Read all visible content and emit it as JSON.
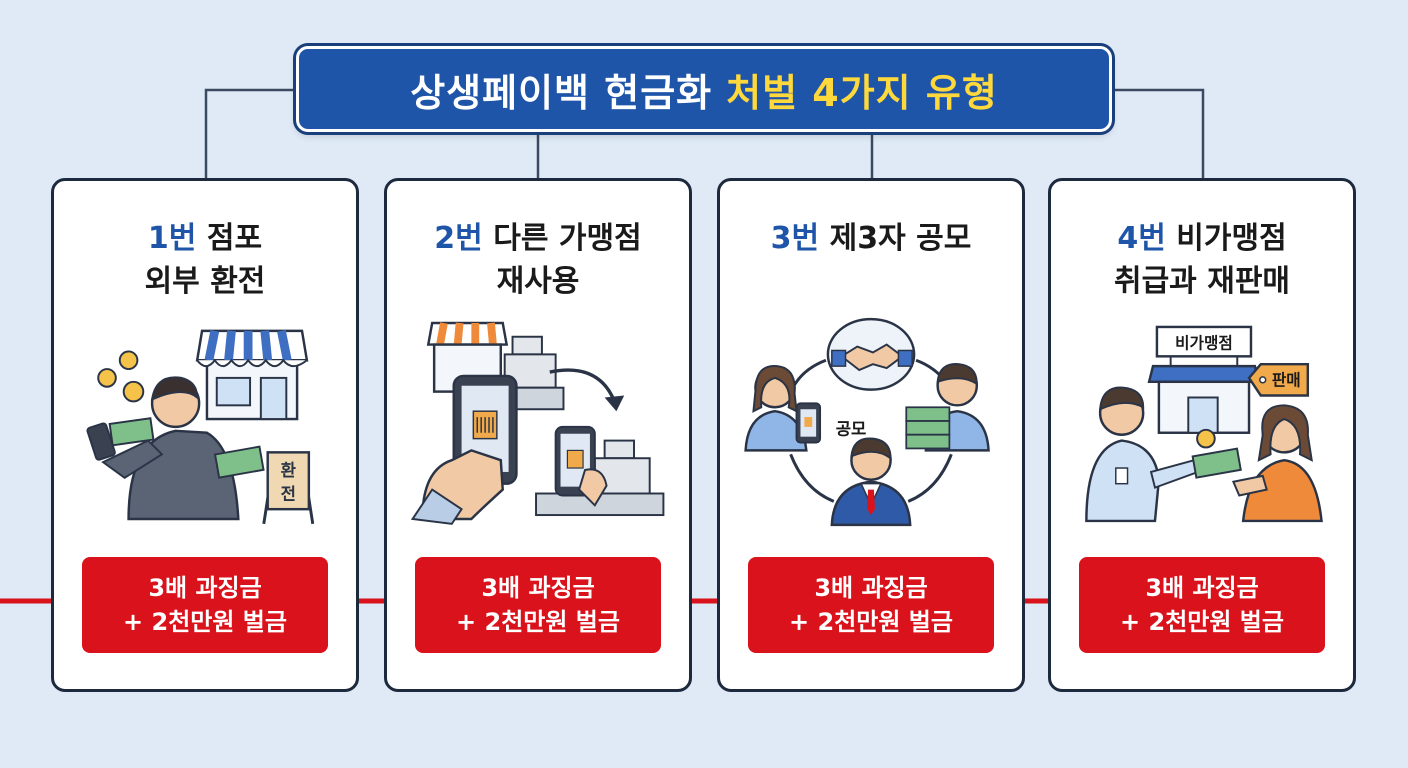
{
  "title": {
    "main": "상생페이백 현금화",
    "highlight": "처벌 4가지 유형"
  },
  "cards": [
    {
      "num": "1번",
      "title_line1_rest": "점포",
      "title_line2": "외부 환전",
      "sign_text_1": "환",
      "sign_text_2": "전",
      "penalty_line1": "3배 과징금",
      "penalty_line2": "+ 2천만원 벌금"
    },
    {
      "num": "2번",
      "title_line1_rest": "다른 가맹점",
      "title_line2": "재사용",
      "penalty_line1": "3배 과징금",
      "penalty_line2": "+ 2천만원 벌금"
    },
    {
      "num": "3번",
      "title_line1_rest": "제3자 공모",
      "title_line2": "",
      "center_label": "공모",
      "penalty_line1": "3배 과징금",
      "penalty_line2": "+ 2천만원 벌금"
    },
    {
      "num": "4번",
      "title_line1_rest": "비가맹점",
      "title_line2": "취급과 재판매",
      "store_sign": "비가맹점",
      "sale_tag": "판매",
      "penalty_line1": "3배 과징금",
      "penalty_line2": "+ 2천만원 벌금"
    }
  ],
  "colors": {
    "background": "#dfeaf6",
    "title_bg": "#1f55a9",
    "highlight": "#ffd93b",
    "penalty_bg": "#d9121b",
    "number_blue": "#1f55a9",
    "card_border": "#1d2a3e"
  },
  "icons": [
    "money-exchange-person-icon",
    "store-icon",
    "phone-barcode-icon",
    "cash-register-icon",
    "handshake-icon",
    "cash-stack-icon",
    "non-affiliated-store-icon",
    "price-tag-icon"
  ]
}
